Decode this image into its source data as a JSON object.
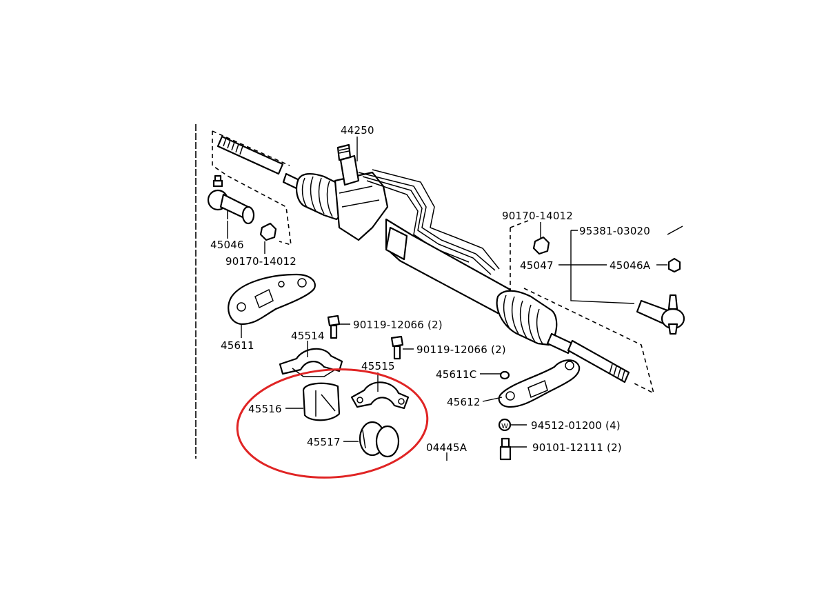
{
  "labels": {
    "steering_gear": "44250",
    "tie_rod_end_left": "45046",
    "nut_left": "90170-14012",
    "nut_right": "90170-14012",
    "cotter_pin": "95381-03020",
    "tie_rod_end_sub_right": "45047",
    "tie_rod_end_right": "45046A",
    "bracket_left": "45611",
    "bolt_upper_a": "90119-12066 (2)",
    "bolt_upper_b": "90119-12066 (2)",
    "clamp_upper": "45514",
    "clamp_lower": "45515",
    "bushing_a": "45516",
    "bushing_b": "45517",
    "clip": "45611C",
    "bracket_right": "45612",
    "washer": "94512-01200 (4)",
    "bolt_lower": "90101-12111 (2)",
    "diagram_code": "04445A"
  },
  "colors": {
    "line": "#000000",
    "background": "#ffffff",
    "highlight_ellipse": "#e02424"
  }
}
